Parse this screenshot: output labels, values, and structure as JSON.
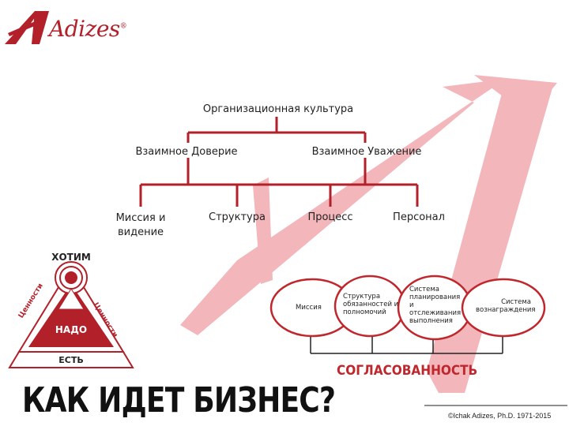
{
  "logo": {
    "text": "Adizes",
    "registered": "®"
  },
  "tree": {
    "root": "Организационная культура",
    "level1": [
      "Взаимное Доверие",
      "Взаимное Уважение"
    ],
    "level2": [
      "Миссия и видение",
      "Структура",
      "Процесс",
      "Персонал"
    ]
  },
  "pyramid": {
    "top": "ХОТИМ",
    "center": "НАДО",
    "bottom": "ЕСТЬ",
    "left_side": "Ценности",
    "right_side": "Ценности"
  },
  "alignment": {
    "items": [
      "Миссия",
      "Структура обязанностей и полномочий",
      "Система планирования и отслеживания выполнения",
      "Система вознаграждения"
    ],
    "caption": "СОГЛАСОВАННОСТЬ"
  },
  "title": "КАК ИДЕТ БИЗНЕС?",
  "footer": {
    "copyright": "©Ichak Adizes, Ph.D. 1971-2015"
  },
  "colors": {
    "brand_red": "#b2202a",
    "light_red": "#f2b8bd",
    "line_red": "#c0272d"
  }
}
